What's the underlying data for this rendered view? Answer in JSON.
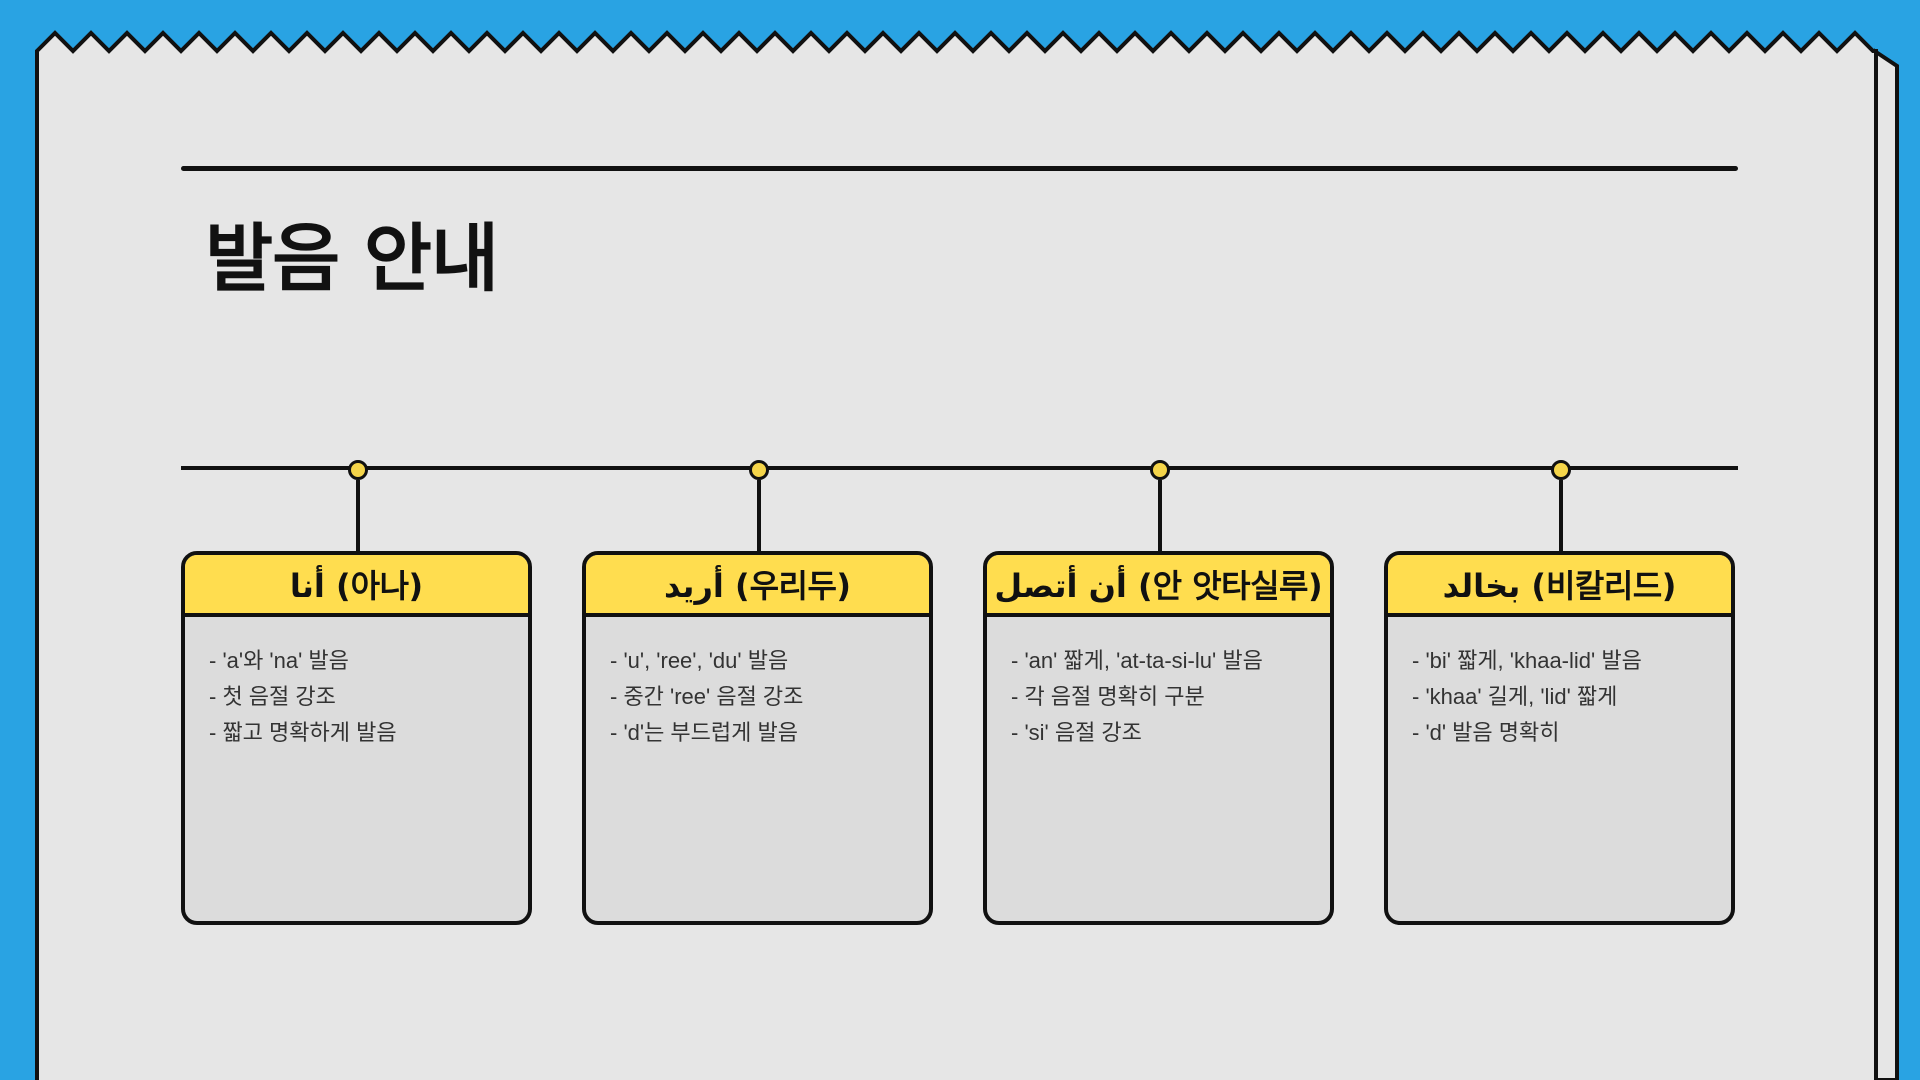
{
  "page": {
    "title": "발음 안내"
  },
  "colors": {
    "background_blue": "#29a3e3",
    "paper": "#e6e6e6",
    "card_body": "#dcdcdc",
    "card_header": "#ffdd4f",
    "node": "#f5d54a",
    "ink": "#111111"
  },
  "cards": [
    {
      "header": "أنا (아나)",
      "lines": [
        "- 'a'와 'na' 발음",
        "- 첫 음절 강조",
        "- 짧고 명확하게 발음"
      ]
    },
    {
      "header": "أريد (우리두)",
      "lines": [
        "- 'u', 'ree', 'du' 발음",
        "- 중간 'ree' 음절 강조",
        "- 'd'는 부드럽게 발음"
      ]
    },
    {
      "header": "أن أتصل (안 앗타실루)",
      "lines": [
        "- 'an' 짧게, 'at-ta-si-lu' 발음",
        "- 각 음절 명확히 구분",
        "- 'si' 음절 강조"
      ]
    },
    {
      "header": "بخالد (비칼리드)",
      "lines": [
        "- 'bi' 짧게, 'khaa-lid' 발음",
        "- 'khaa' 길게, 'lid' 짧게",
        "- 'd' 발음 명확히"
      ]
    }
  ]
}
